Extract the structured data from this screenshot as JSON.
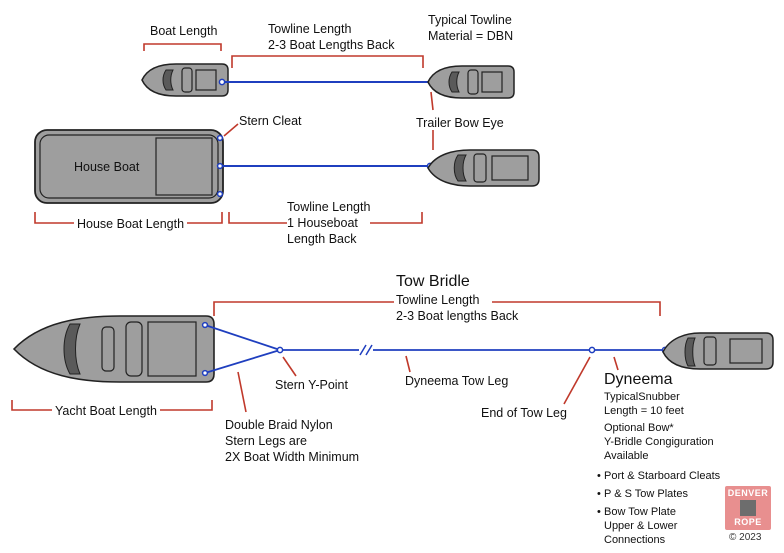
{
  "colors": {
    "bracket": "#c0392b",
    "towline": "#1f3fbf",
    "hull": "#9e9e9e",
    "outline": "#222222"
  },
  "top": {
    "boat_length": "Boat Length",
    "towline_line1": "Towline Length",
    "towline_line2": "2-3 Boat Lengths Back",
    "material_line1": "Typical Towline",
    "material_line2": "Material = DBN",
    "trailer_bow_eye": "Trailer Bow Eye",
    "stern_cleat": "Stern Cleat"
  },
  "house": {
    "boat_label": "House Boat",
    "length": "House Boat Length",
    "towline_line1": "Towline Length",
    "towline_line2": "1 Houseboat",
    "towline_line3": "Length Back"
  },
  "bridle": {
    "title": "Tow Bridle",
    "towline_line1": "Towline Length",
    "towline_line2": "2-3 Boat lengths Back",
    "stern_y_point": "Stern Y-Point",
    "dyneema_tow_leg": "Dyneema Tow Leg",
    "end_of_tow_leg": "End of Tow Leg",
    "yacht_length": "Yacht Boat Length",
    "nylon_line1": "Double Braid Nylon",
    "nylon_line2": "Stern Legs are",
    "nylon_line3": "2X Boat Width Minimum"
  },
  "dyneema": {
    "title": "Dyneema",
    "snub_line1": "TypicalSnubber",
    "snub_line2": "Length = 10 feet",
    "opt_line1": "Optional Bow*",
    "opt_line2": "Y-Bridle Congiguration",
    "opt_line3": "Available",
    "bullet1": "Port & Starboard Cleats",
    "bullet2": "P & S Tow Plates",
    "bullet3_line1": "Bow Tow Plate",
    "bullet3_line2": "Upper & Lower",
    "bullet3_line3": "Connections"
  },
  "logo": {
    "line1": "DENVER",
    "line2": "ROPE",
    "copyright": "© 2023"
  }
}
